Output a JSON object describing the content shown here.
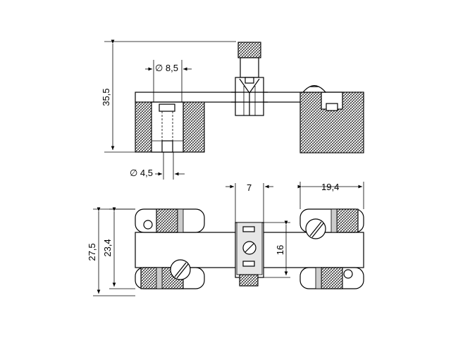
{
  "dimensions": {
    "height_total": "35,5",
    "hole_diameter": "∅ 8,5",
    "slot_diameter": "∅ 4,5",
    "clamp_width": "7",
    "block_width": "19,4",
    "clamp_height": "16",
    "outer_height": "27,5",
    "inner_height": "23,4"
  }
}
